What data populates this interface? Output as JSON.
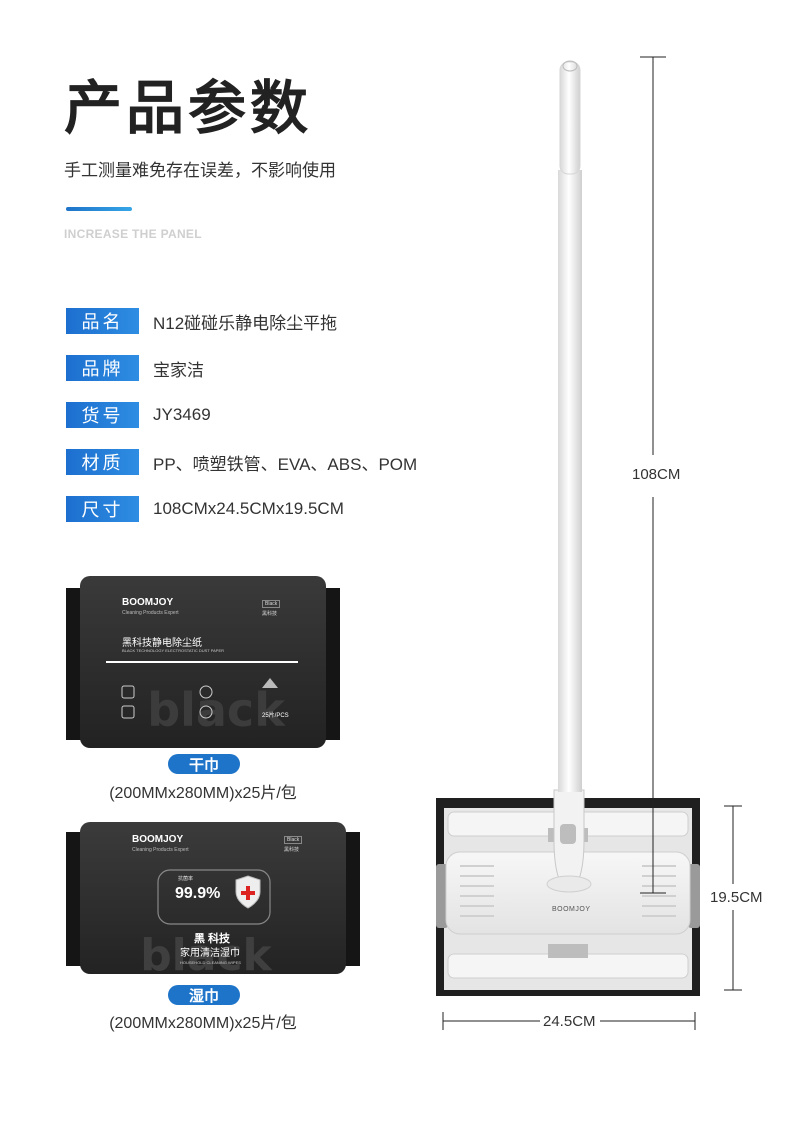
{
  "header": {
    "title": "产品参数",
    "subtitle": "手工测量难免存在误差，不影响使用",
    "en_subtitle": "INCREASE THE PANEL"
  },
  "specs": [
    {
      "label": "品名",
      "value": "N12碰碰乐静电除尘平拖"
    },
    {
      "label": "品牌",
      "value": "宝家洁"
    },
    {
      "label": "货号",
      "value": "JY3469"
    },
    {
      "label": "材质",
      "value": "PP、喷塑铁管、EVA、ABS、POM"
    },
    {
      "label": "尺寸",
      "value": "108CMx24.5CMx19.5CM"
    }
  ],
  "dry_pack": {
    "brand": "BOOMJOY",
    "brand_sub": "Cleaning Products Expert",
    "tag": "Black",
    "tag_sub": "黑科技",
    "name_cn": "黑科技静电除尘纸",
    "name_en": "BLACK TECHNOLOGY ELECTROSTATIC DUST PAPER",
    "count": "25片/PCS",
    "watermark": "black",
    "pill": "干巾",
    "caption": "(200MMx280MM)x25片/包"
  },
  "wet_pack": {
    "brand": "BOOMJOY",
    "brand_sub": "Cleaning Products Expert",
    "tag": "Black",
    "tag_sub": "黑科技",
    "badge": "99.9%",
    "badge_label": "抗菌率",
    "name_cn1": "黑 科技",
    "name_cn2": "家用清洁湿巾",
    "name_en": "HOUSEHOLD CLEANING WIPES",
    "watermark": "black",
    "pill": "湿巾",
    "caption": "(200MMx280MM)x25片/包"
  },
  "mop": {
    "head_brand": "BOOMJOY",
    "height": "108CM",
    "width": "24.5CM",
    "depth": "19.5CM"
  },
  "colors": {
    "accent": "#1e74c9",
    "pack_dark": "#2e2e2e",
    "mop_pad": "#1f1f1f"
  }
}
